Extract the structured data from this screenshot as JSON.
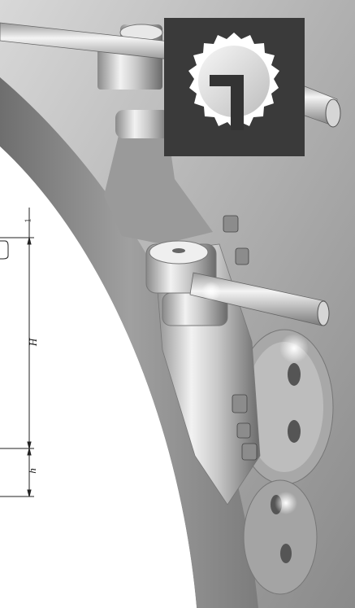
{
  "badge": {
    "number": "1",
    "icon": "sunburst-seal-icon",
    "background": "#3a3a3a"
  },
  "dimensions": {
    "H": "H",
    "h": "h",
    "top_mark": "1"
  },
  "colors": {
    "gray_band": "#8f8f8f",
    "background": "#b4b4b4",
    "steel": "#d2d2d2"
  }
}
